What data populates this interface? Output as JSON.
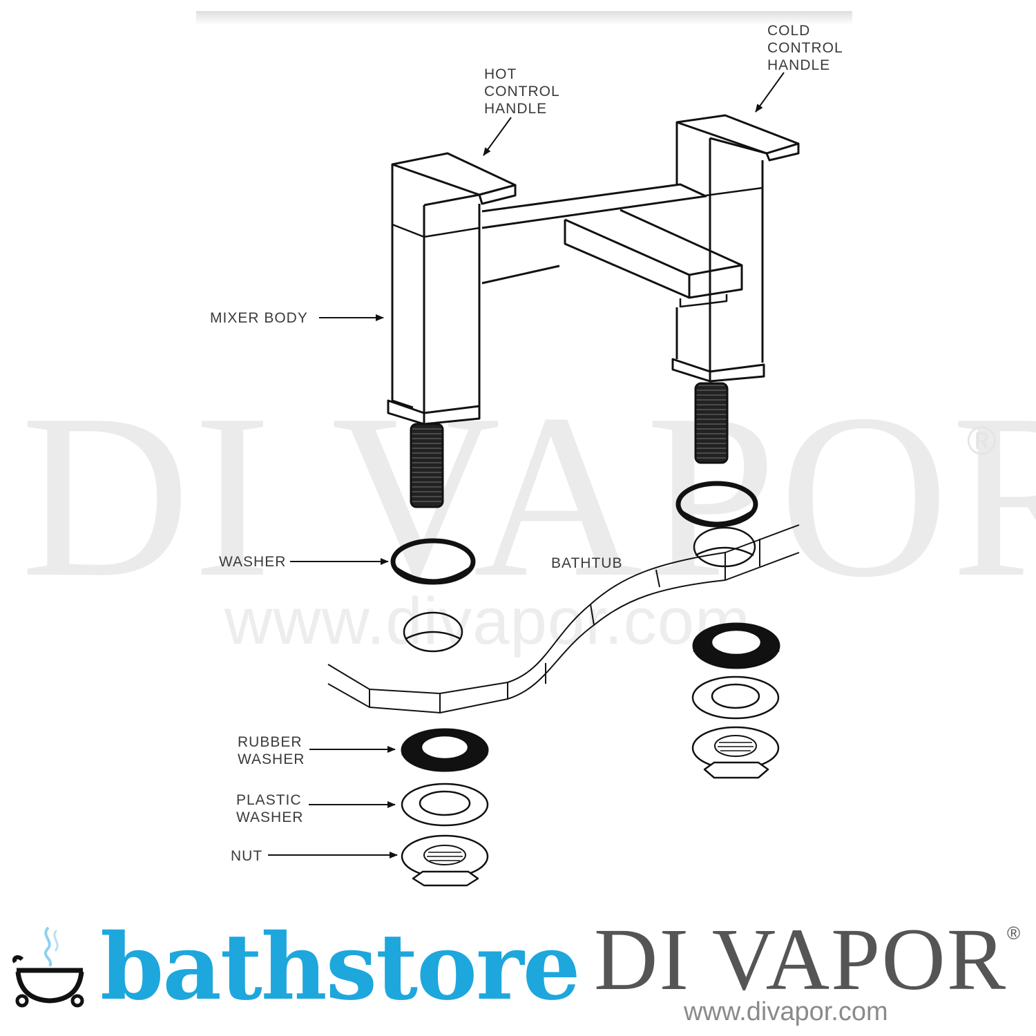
{
  "watermark": {
    "brand": "DI VAPOR",
    "registered": "®",
    "url": "www.divapor.com"
  },
  "labels": {
    "cold_handle": [
      "COLD",
      "CONTROL",
      "HANDLE"
    ],
    "hot_handle": [
      "HOT",
      "CONTROL",
      "HANDLE"
    ],
    "mixer_body": "MIXER BODY",
    "washer": "WASHER",
    "bathtub": "BATHTUB",
    "rubber_washer": [
      "RUBBER",
      "WASHER"
    ],
    "plastic_washer": [
      "PLASTIC",
      "WASHER"
    ],
    "nut": "NUT"
  },
  "footer": {
    "left_brand": "bathstore",
    "left_brand_color": "#1da7dd",
    "left_icon": "bathtub-steam-icon",
    "right_brand": "DI VAPOR",
    "right_registered": "®",
    "right_url": "www.divapor.com",
    "right_brand_color": "#555555"
  },
  "colors": {
    "line": "#111111",
    "label_text": "#3a3a3a",
    "watermark": "#ebebeb"
  }
}
